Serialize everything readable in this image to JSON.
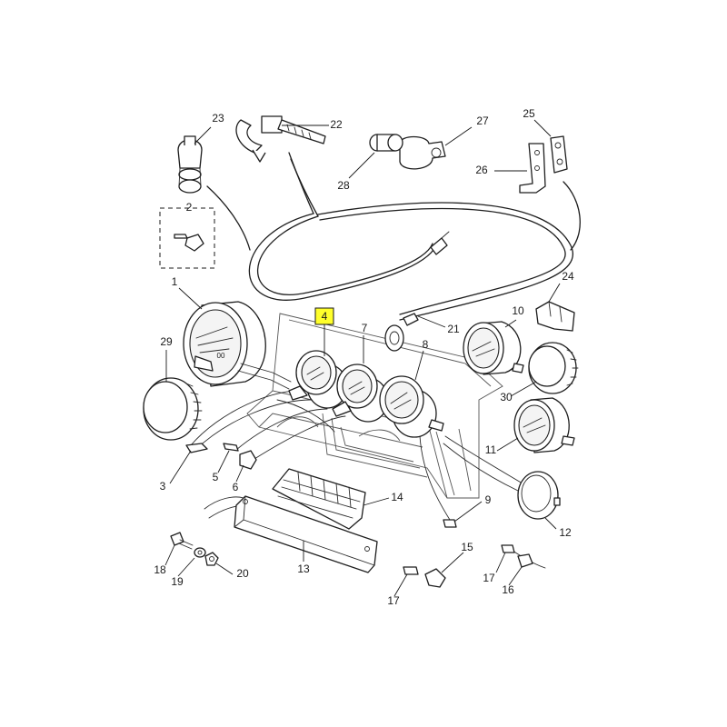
{
  "callouts": {
    "c1": "1",
    "c2": "2",
    "c3": "3",
    "c4": "4",
    "c5": "5",
    "c6": "6",
    "c7": "7",
    "c8": "8",
    "c9": "9",
    "c10": "10",
    "c11": "11",
    "c12": "12",
    "c13": "13",
    "c14": "14",
    "c15": "15",
    "c16": "16",
    "c17a": "17",
    "c17b": "17",
    "c18": "18",
    "c19": "19",
    "c20": "20",
    "c21": "21",
    "c22": "22",
    "c23": "23",
    "c24": "24",
    "c25": "25",
    "c26": "26",
    "c27": "27",
    "c28": "28",
    "c29": "29",
    "c30": "30"
  },
  "highlighted_callout": "4",
  "colors": {
    "highlight": "#ffff2b",
    "ink": "#1e1e1e"
  }
}
